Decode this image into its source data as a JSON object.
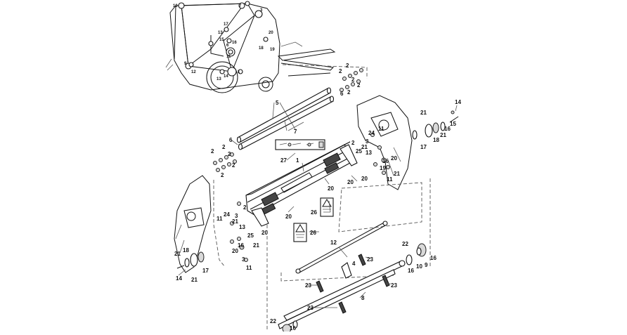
{
  "callouts": [
    {
      "id": "c-10a",
      "text": "10"
    },
    {
      "id": "c-7a",
      "text": "7"
    },
    {
      "id": "c-3a",
      "text": "3"
    },
    {
      "id": "c-17a",
      "text": "17"
    },
    {
      "id": "c-13a",
      "text": "13"
    },
    {
      "id": "c-15a",
      "text": "15"
    },
    {
      "id": "c-16a",
      "text": "16"
    },
    {
      "id": "c-6a",
      "text": "6"
    },
    {
      "id": "c-20a",
      "text": "20"
    },
    {
      "id": "c-18a",
      "text": "18"
    },
    {
      "id": "c-19a",
      "text": "19"
    },
    {
      "id": "c-9a",
      "text": "9"
    },
    {
      "id": "c-12a",
      "text": "12"
    },
    {
      "id": "c-14a",
      "text": "14"
    },
    {
      "id": "c-1a",
      "text": "1"
    },
    {
      "id": "c-13b",
      "text": "13"
    },
    {
      "id": "c-11a",
      "text": "11"
    },
    {
      "id": "c-2a",
      "text": "2"
    },
    {
      "id": "c-2b",
      "text": "2"
    },
    {
      "id": "c-2c",
      "text": "2"
    },
    {
      "id": "c-2d",
      "text": "2"
    },
    {
      "id": "c-6b",
      "text": "6"
    },
    {
      "id": "c-2e",
      "text": "2"
    },
    {
      "id": "c-5",
      "text": "5"
    },
    {
      "id": "c-7",
      "text": "7"
    },
    {
      "id": "c-6c",
      "text": "6"
    },
    {
      "id": "c-2f",
      "text": "2"
    },
    {
      "id": "c-2g",
      "text": "2"
    },
    {
      "id": "c-2h",
      "text": "2"
    },
    {
      "id": "c-2i",
      "text": "2"
    },
    {
      "id": "c-2j",
      "text": "2"
    },
    {
      "id": "c-27",
      "text": "27"
    },
    {
      "id": "c-1",
      "text": "1"
    },
    {
      "id": "c-20b",
      "text": "20"
    },
    {
      "id": "c-20c",
      "text": "20"
    },
    {
      "id": "c-26a",
      "text": "26"
    },
    {
      "id": "c-26b",
      "text": "26"
    },
    {
      "id": "c-14b",
      "text": "14"
    },
    {
      "id": "c-21a",
      "text": "21"
    },
    {
      "id": "c-15b",
      "text": "15"
    },
    {
      "id": "c-16b",
      "text": "16"
    },
    {
      "id": "c-21b",
      "text": "21"
    },
    {
      "id": "c-18b",
      "text": "18"
    },
    {
      "id": "c-17b",
      "text": "17"
    },
    {
      "id": "c-24a",
      "text": "24"
    },
    {
      "id": "c-11b",
      "text": "11"
    },
    {
      "id": "c-2k",
      "text": "2"
    },
    {
      "id": "c-3b",
      "text": "3"
    },
    {
      "id": "c-21c",
      "text": "21"
    },
    {
      "id": "c-25a",
      "text": "25"
    },
    {
      "id": "c-13c",
      "text": "13"
    },
    {
      "id": "c-16c",
      "text": "16"
    },
    {
      "id": "c-20d",
      "text": "20"
    },
    {
      "id": "c-19b",
      "text": "19"
    },
    {
      "id": "c-21d",
      "text": "21"
    },
    {
      "id": "c-11c",
      "text": "11"
    },
    {
      "id": "c-20e",
      "text": "20"
    },
    {
      "id": "c-20f",
      "text": "20"
    },
    {
      "id": "c-2l",
      "text": "2"
    },
    {
      "id": "c-3c",
      "text": "3"
    },
    {
      "id": "c-11d",
      "text": "11"
    },
    {
      "id": "c-24b",
      "text": "24"
    },
    {
      "id": "c-21e",
      "text": "21"
    },
    {
      "id": "c-25b",
      "text": "25"
    },
    {
      "id": "c-13d",
      "text": "13"
    },
    {
      "id": "c-20g",
      "text": "20"
    },
    {
      "id": "c-16d",
      "text": "16"
    },
    {
      "id": "c-21f",
      "text": "21"
    },
    {
      "id": "c-20h",
      "text": "20"
    },
    {
      "id": "c-3d",
      "text": "3"
    },
    {
      "id": "c-11e",
      "text": "11"
    },
    {
      "id": "c-18c",
      "text": "18"
    },
    {
      "id": "c-21g",
      "text": "21"
    },
    {
      "id": "c-17c",
      "text": "17"
    },
    {
      "id": "c-14c",
      "text": "14"
    },
    {
      "id": "c-21h",
      "text": "21"
    },
    {
      "id": "c-12",
      "text": "12"
    },
    {
      "id": "c-4",
      "text": "4"
    },
    {
      "id": "c-23a",
      "text": "23"
    },
    {
      "id": "c-23b",
      "text": "23"
    },
    {
      "id": "c-23c",
      "text": "23"
    },
    {
      "id": "c-23d",
      "text": "23"
    },
    {
      "id": "c-8",
      "text": "8"
    },
    {
      "id": "c-22a",
      "text": "22"
    },
    {
      "id": "c-16e",
      "text": "16"
    },
    {
      "id": "c-10",
      "text": "10"
    },
    {
      "id": "c-9",
      "text": "9"
    },
    {
      "id": "c-16f",
      "text": "16"
    },
    {
      "id": "c-22b",
      "text": "22"
    },
    {
      "id": "c-16g",
      "text": "16"
    }
  ]
}
